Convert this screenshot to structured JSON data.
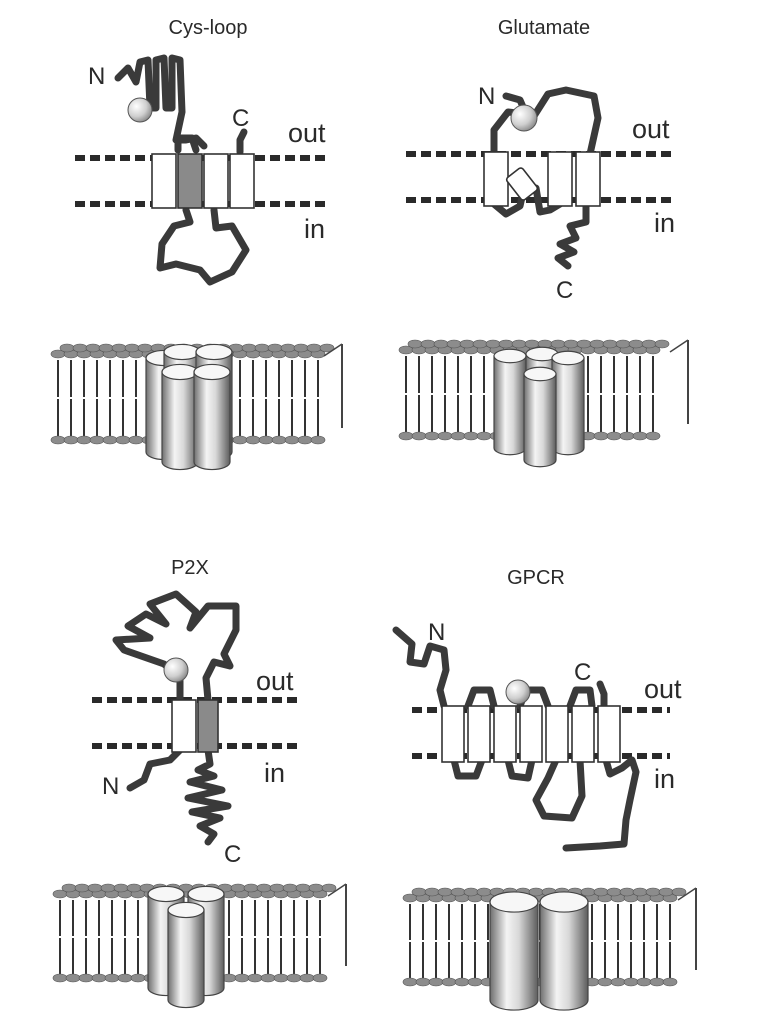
{
  "panels": {
    "cysloop": {
      "title": "Cys-loop",
      "n_label": "N",
      "c_label": "C",
      "out_label": "out",
      "in_label": "in"
    },
    "glutamate": {
      "title": "Glutamate",
      "n_label": "N",
      "c_label": "C",
      "out_label": "out",
      "in_label": "in"
    },
    "p2x": {
      "title": "P2X",
      "n_label": "N",
      "c_label": "C",
      "out_label": "out",
      "in_label": "in"
    },
    "gpcr": {
      "title": "GPCR",
      "n_label": "N",
      "c_label": "C",
      "out_label": "out",
      "in_label": "in"
    }
  },
  "colors": {
    "chain": "#3a3a3a",
    "helix_fill": "#ffffff",
    "helix_dark": "#8a8a8a",
    "lipid_head": "#8c8c8c"
  },
  "membranes": {
    "cysloop": {
      "channel_cylinders": 5
    },
    "glutamate": {
      "channel_cylinders": 4
    },
    "p2x": {
      "channel_cylinders": 3
    },
    "gpcr": {
      "channel_cylinders": 2
    }
  }
}
